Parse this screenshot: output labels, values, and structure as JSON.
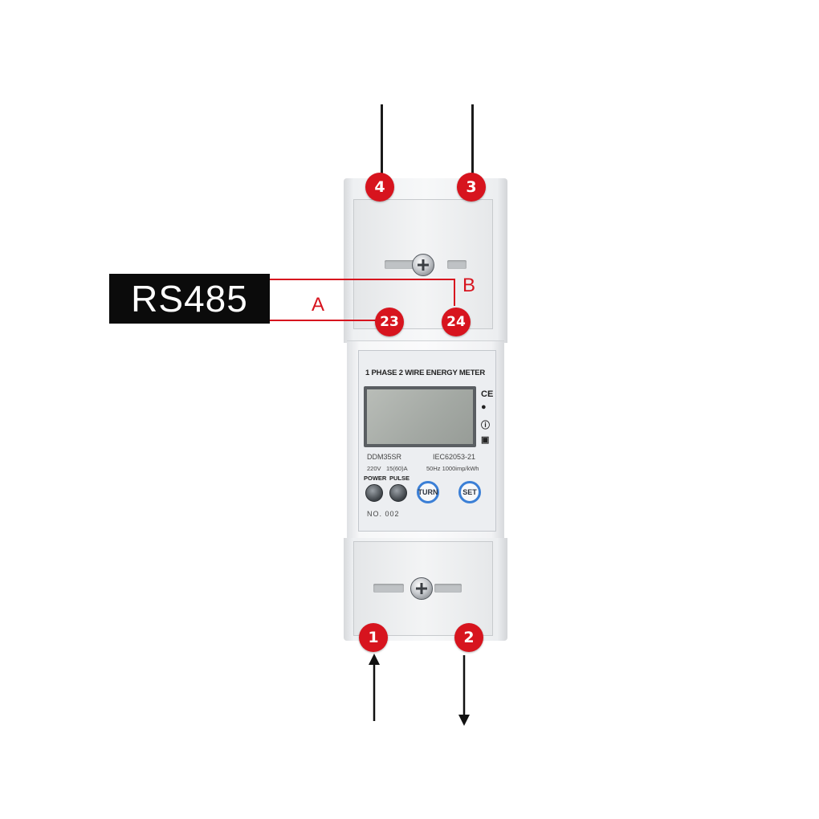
{
  "rs485_label": "RS485",
  "wire_labels": {
    "a": "A",
    "b": "B"
  },
  "terminals": {
    "t4": "4",
    "t3": "3",
    "t23": "23",
    "t24": "24",
    "t1": "1",
    "t2": "2"
  },
  "meter": {
    "title": "1 PHASE 2 WIRE ENERGY METER",
    "model": "DDM35SR",
    "standard": "IEC62053-21",
    "voltage": "220V",
    "current": "15(60)A",
    "frequency_const": "50Hz 1000imp/kWh",
    "power_label": "POWER",
    "pulse_label": "PULSE",
    "turn_label": "TURN",
    "set_label": "SET",
    "serial": "NO. 002",
    "ce_mark": "CE"
  },
  "colors": {
    "accent": "#d7141e",
    "button_ring": "#3b7fd6",
    "rs485_bg": "#0b0b0b"
  }
}
